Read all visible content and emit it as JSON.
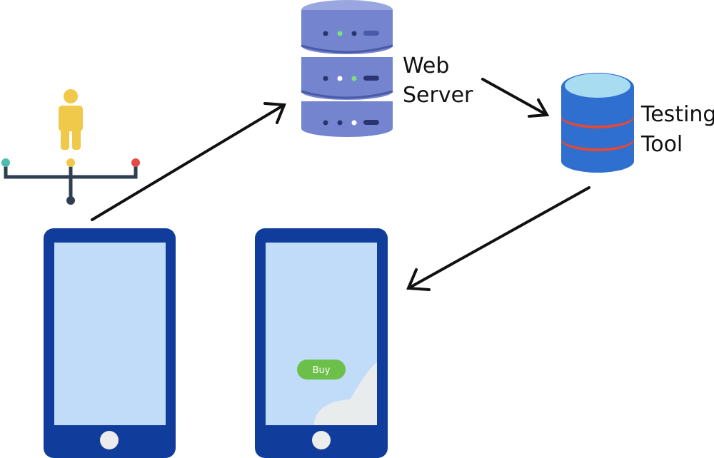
{
  "labels": {
    "web_server_line1": "Web",
    "web_server_line2": "Server",
    "testing_tool_line1": "Testing",
    "testing_tool_line2": "Tool",
    "buy_button": "Buy"
  },
  "colors": {
    "phone_frame": "#103c9c",
    "phone_screen": "#c0dcf8",
    "home_button": "#ececec",
    "server_body": "#7484cf",
    "server_top": "#9aa6df",
    "server_dark": "#4a5aa8",
    "db_body": "#2f6fd0",
    "db_top": "#a8dcf0",
    "db_band": "#e34a36",
    "person": "#f0c84a",
    "buy_button": "#6cc04a",
    "arrow": "#111111"
  },
  "icons": [
    "user-icon",
    "server-icon",
    "database-icon",
    "phone-icon"
  ]
}
